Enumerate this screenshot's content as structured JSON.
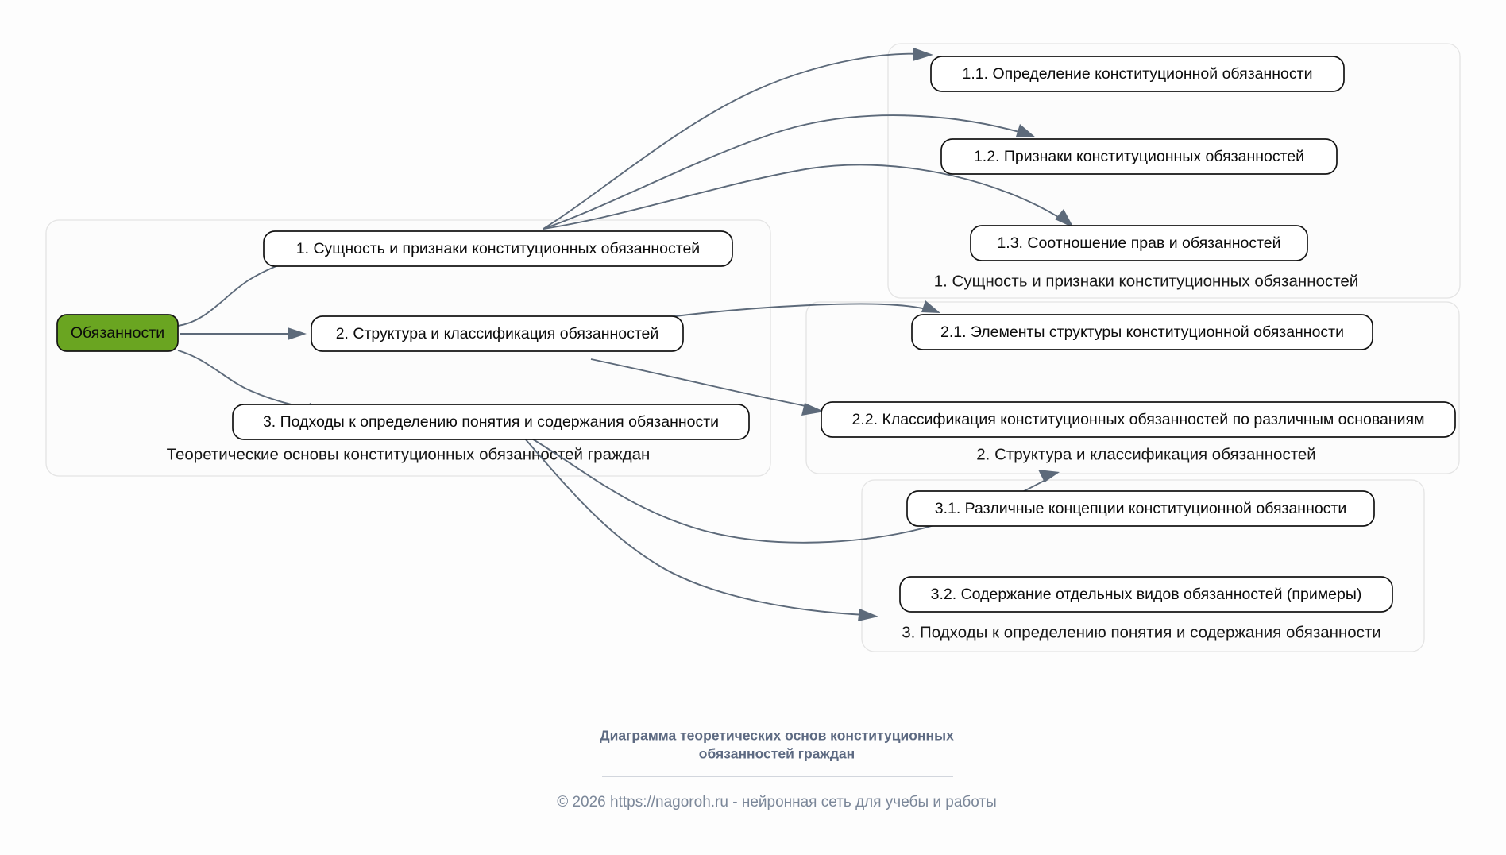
{
  "page": {
    "background_color": "#fdfdfd",
    "root_node_color": "#6aa521",
    "edge_color": "#5d6a7a",
    "node_border_color": "#141414",
    "cluster_border_color": "#e4e4e4",
    "footer_title_color": "#5d6a82",
    "footer_credit_color": "#7b8799"
  },
  "root": {
    "label": "Обязанности"
  },
  "clusters": [
    {
      "id": "cluster-main",
      "label": "Теоретические основы конституционных обязанностей граждан",
      "nodes": [
        {
          "id": "n1",
          "label": "1. Сущность и признаки конституционных обязанностей"
        },
        {
          "id": "n2",
          "label": "2. Структура и классификация обязанностей"
        },
        {
          "id": "n3",
          "label": "3. Подходы к определению понятия и содержания обязанности"
        }
      ]
    },
    {
      "id": "cluster-1",
      "label": "1. Сущность и признаки конституционных обязанностей",
      "nodes": [
        {
          "id": "n11",
          "label": "1.1. Определение конституционной обязанности"
        },
        {
          "id": "n12",
          "label": "1.2. Признаки конституционных обязанностей"
        },
        {
          "id": "n13",
          "label": "1.3. Соотношение прав и обязанностей"
        }
      ]
    },
    {
      "id": "cluster-2",
      "label": "2. Структура и классификация обязанностей",
      "nodes": [
        {
          "id": "n21",
          "label": "2.1. Элементы структуры конституционной обязанности"
        },
        {
          "id": "n22",
          "label": "2.2. Классификация конституционных обязанностей по различным основаниям"
        }
      ]
    },
    {
      "id": "cluster-3",
      "label": "3. Подходы к определению понятия и содержания обязанности",
      "nodes": [
        {
          "id": "n31",
          "label": "3.1. Различные концепции конституционной обязанности"
        },
        {
          "id": "n32",
          "label": "3.2. Содержание отдельных видов обязанностей (примеры)"
        }
      ]
    }
  ],
  "edges": [
    {
      "from": "root",
      "to": "n1"
    },
    {
      "from": "root",
      "to": "n2"
    },
    {
      "from": "root",
      "to": "n3"
    },
    {
      "from": "n1",
      "to": "n11"
    },
    {
      "from": "n1",
      "to": "n12"
    },
    {
      "from": "n1",
      "to": "n13"
    },
    {
      "from": "n2",
      "to": "n21"
    },
    {
      "from": "n2",
      "to": "n22"
    },
    {
      "from": "n3",
      "to": "n31"
    },
    {
      "from": "n3",
      "to": "n32"
    }
  ],
  "footer": {
    "title_line_1": "Диаграмма теоретических основ конституционных",
    "title_line_2": "обязанностей граждан",
    "credit": "© 2026 https://nagoroh.ru - нейронная сеть для учебы и работы"
  }
}
